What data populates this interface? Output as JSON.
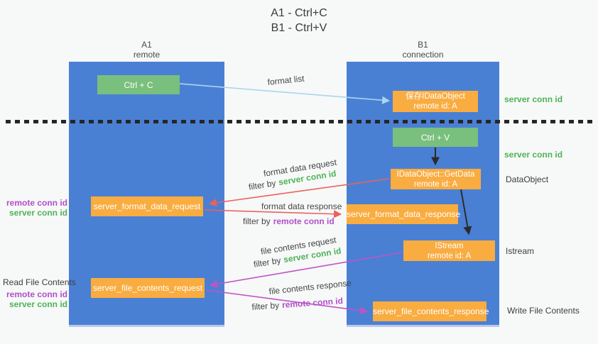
{
  "title": {
    "line1": "A1 - Ctrl+C",
    "line2": "B1 - Ctrl+V"
  },
  "columns": {
    "left": {
      "name": "A1",
      "role": "remote"
    },
    "right": {
      "name": "B1",
      "role": "connection"
    }
  },
  "boxes": {
    "ctrl_c": {
      "label": "Ctrl + C"
    },
    "save_idataobject": {
      "line1": "保存IDataObject",
      "line2": "remote id: A"
    },
    "ctrl_v": {
      "label": "Ctrl + V"
    },
    "idataobject_getdata": {
      "line1": "IDataObject::GetData",
      "line2": "remote id: A"
    },
    "server_format_data_request": {
      "label": "server_format_data_request"
    },
    "server_format_data_response": {
      "label": "server_format_data_response"
    },
    "istream": {
      "line1": "IStream",
      "line2": "remote id: A"
    },
    "server_file_contents_request": {
      "label": "server_file_contents_request"
    },
    "server_file_contents_response": {
      "label": "server_file_contents_response"
    }
  },
  "edge_labels": {
    "format_list": "format list",
    "format_data_request": "format data request",
    "format_data_response": "format data response",
    "file_contents_request": "file contents request",
    "file_contents_response": "file contents response",
    "filter_by": "filter by",
    "server_conn_id": "server conn id",
    "remote_conn_id": "remote conn id"
  },
  "annotations": {
    "right": {
      "server_conn_id_top": "server conn id",
      "server_conn_id_mid": "server conn id",
      "dataobject": "DataObject",
      "istream": "Istream",
      "write_file_contents": "Write File Contents"
    },
    "left": {
      "remote_conn_id_1": "remote conn id",
      "server_conn_id_1": "server conn id",
      "read_file_contents": "Read File Contents",
      "remote_conn_id_2": "remote conn id",
      "server_conn_id_2": "server conn id"
    }
  },
  "colors": {
    "column_blue": "#4a80d4",
    "box_orange": "#f9ac40",
    "box_green": "#79bf7d",
    "arrow_red": "#e8625f",
    "arrow_magenta": "#bf54c6",
    "arrow_light_blue": "#a9d6ec",
    "arrow_black": "#2b2b2b",
    "text_green": "#4fb357",
    "text_purple": "#b050c8"
  }
}
